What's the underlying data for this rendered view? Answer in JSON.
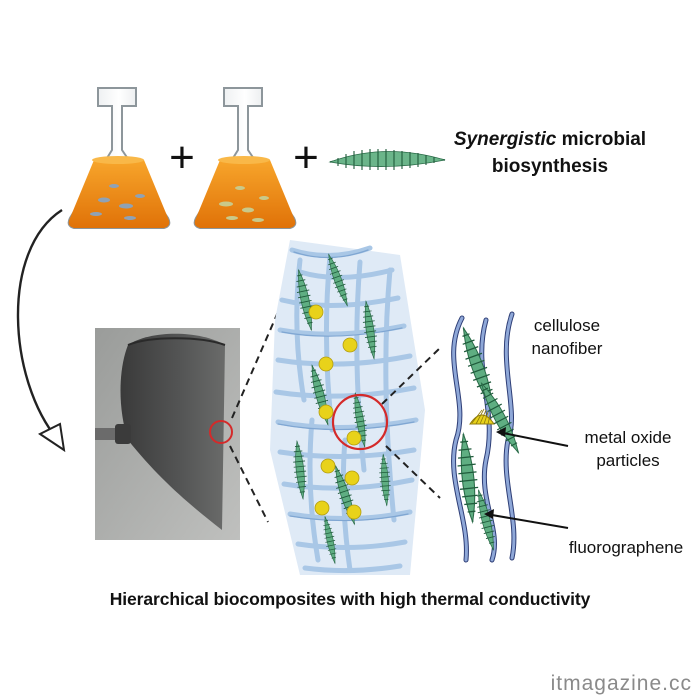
{
  "synthesis": {
    "emph": "Synergistic",
    "rest": "microbial",
    "line2": "biosynthesis"
  },
  "labels": {
    "cellulose_line1": "cellulose",
    "cellulose_line2": "nanofiber",
    "metal_line1": "metal oxide",
    "metal_line2": "particles",
    "fluoro": "fluorographene"
  },
  "plus_sign": "+",
  "caption": "Hierarchical biocomposites with high thermal conductivity",
  "watermark": "itmagazine.cc",
  "colors": {
    "liquid": "#f08a10",
    "cellulose": "#a9c7e6",
    "graphene": "#3f8f62",
    "particle": "#e8d21a",
    "circle": "#d42a2a"
  },
  "icons": [
    "flask-icon",
    "arrow-curve-icon",
    "plus-icon"
  ]
}
